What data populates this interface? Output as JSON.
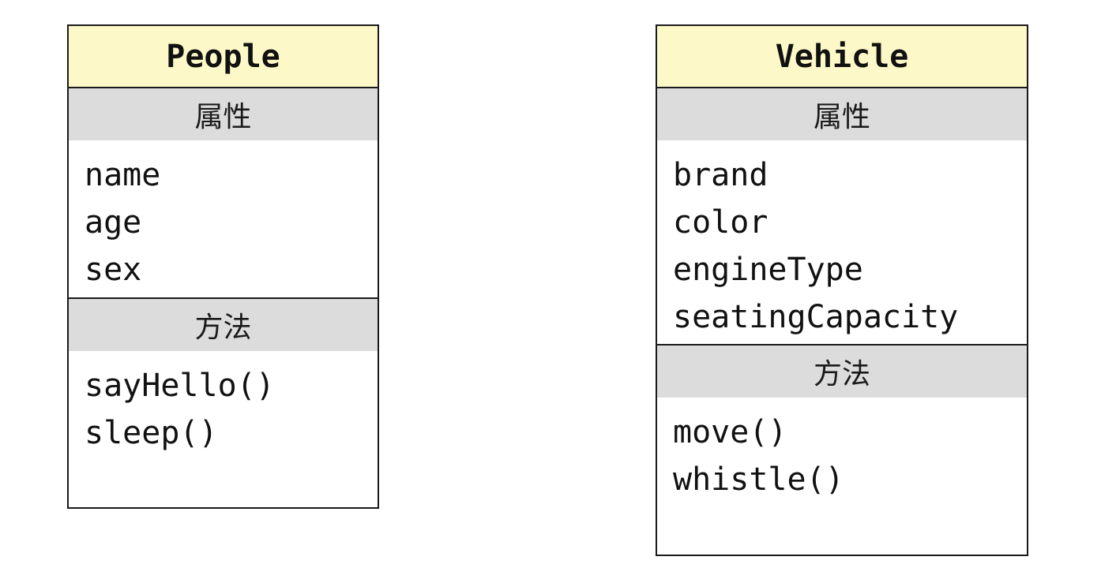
{
  "classes": [
    {
      "name": "People",
      "attributes_header": "属性",
      "attributes": [
        "name",
        "age",
        "sex"
      ],
      "methods_header": "方法",
      "methods": [
        "sayHello()",
        "sleep()"
      ]
    },
    {
      "name": "Vehicle",
      "attributes_header": "属性",
      "attributes": [
        "brand",
        "color",
        "engineType",
        "seatingCapacity"
      ],
      "methods_header": "方法",
      "methods": [
        "move()",
        "whistle()"
      ]
    }
  ],
  "colors": {
    "name_bg": "#fdf8c8",
    "section_bg": "#dcdcdc",
    "border": "#1a1a1a"
  }
}
